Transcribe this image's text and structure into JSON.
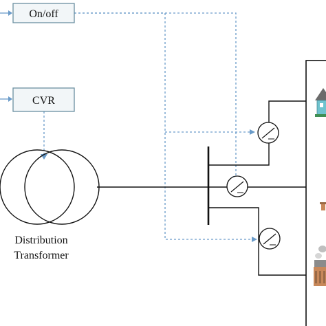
{
  "boxes": {
    "onoff": {
      "label": "On/off"
    },
    "cvr": {
      "label": "CVR"
    }
  },
  "transformer": {
    "label_line1": "Distribution",
    "label_line2": "Transformer"
  },
  "colors": {
    "box_border": "#6a8fa0",
    "box_fill": "#f2f6f8",
    "dashed_link": "#6a9bc9",
    "line": "#111111",
    "house_roof": "#6b6b6b",
    "house_wall": "#6fc3cf",
    "factory_wall": "#c8885a"
  },
  "icons": [
    "house-icon",
    "factory-icon",
    "load-icon-small"
  ]
}
